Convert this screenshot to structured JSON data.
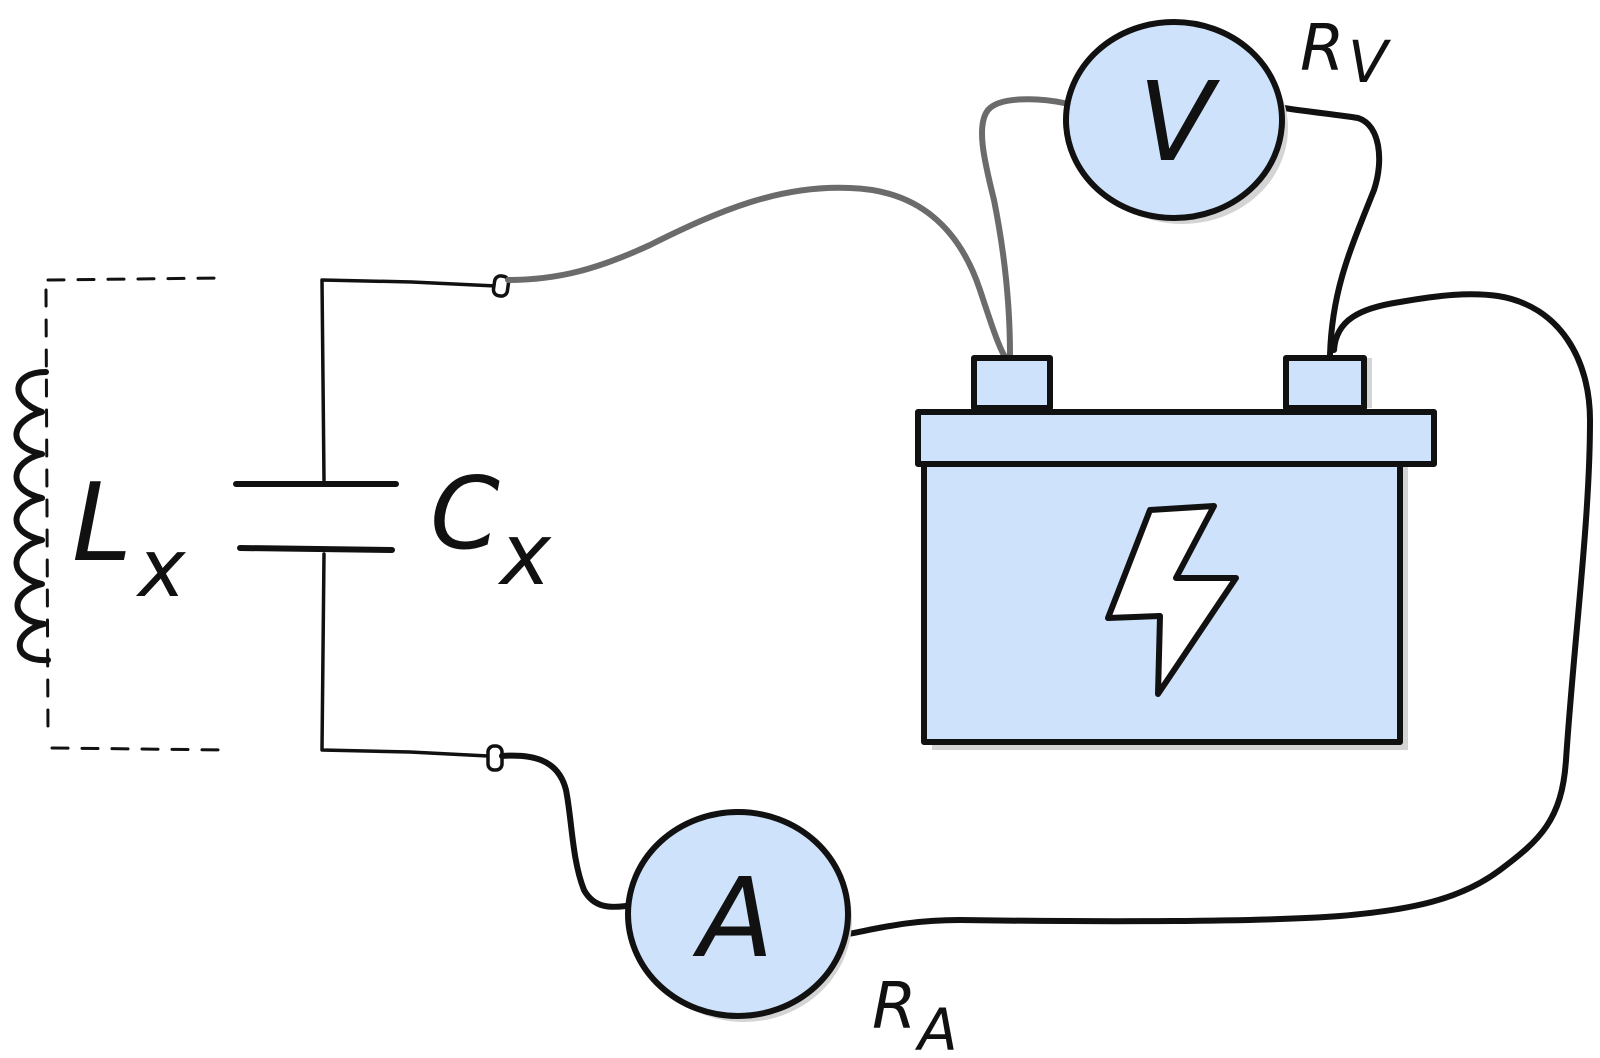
{
  "colors": {
    "component_fill": "#cfe2fb",
    "line": "#111111",
    "wire_grey": "#6b6b6b",
    "shadow": "#d4d4d4"
  },
  "labels": {
    "inductor": {
      "main": "L",
      "sub": "x"
    },
    "capacitor": {
      "main": "C",
      "sub": "x"
    },
    "voltmeter": "V",
    "voltmeter_resistance": {
      "main": "R",
      "sub": "V"
    },
    "ammeter": "A",
    "ammeter_resistance": {
      "main": "R",
      "sub": "A"
    }
  },
  "icons": {
    "battery": "battery-icon",
    "lightning": "lightning-bolt-icon"
  }
}
